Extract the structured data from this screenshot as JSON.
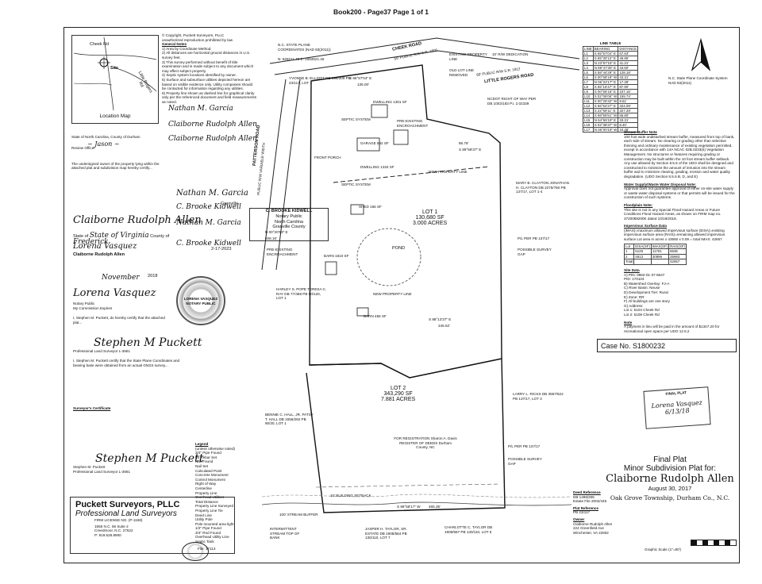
{
  "header": {
    "title": "Book200 - Page37 Page 1 of 1"
  },
  "copyright": {
    "line1": "© Copyright, Puckett Surveyors, PLLC",
    "line2": "unauthorized reproduction prohibited by law"
  },
  "general_notes": {
    "title": "General Notes",
    "items": [
      "1) Area by Coordinate Method.",
      "2) All distances are horizontal ground distances in U.S. survey feet.",
      "3) This survey performed without benefit of title examination and is made subject to any document which may affect subject property.",
      "4) Septic system locations identified by owner.",
      "5) Surface and subsurface utilities depicted hereon are based on visible evidence only. Utility companies should be contacted for information regarding any utilities.",
      "6) Property line shown as dashed line for graphical clarity only per the referenced document and field measurements as noted."
    ]
  },
  "location_map": {
    "label": "Location Map",
    "site": "Site",
    "road1": "Cheek Rd",
    "road2": "Little Rogers Rd"
  },
  "certificates": {
    "durham_state": "State of North Carolina, County of Durham",
    "review_officer": "Review Officer",
    "owner_cert": "The undersigned owner of the property lying within the attached plat and subdivision map hereby certify...",
    "owner_sig": "Claiborne Rudolph Allen",
    "state_virginia": "State of Virginia",
    "county_frederick": "Frederick",
    "notary_name": "Lorena Vasquez",
    "notary_owner": "Claiborne Rudolph Allen",
    "november": "November",
    "year": "2018",
    "notary_public": "Notary Public",
    "commission": "My Commission Expires",
    "surveyor_cert": "I, Stephen M. Puckett, do hereby certify that the attached plat...",
    "surveyor_name": "Stephen M. Puckett",
    "pls": "Professional Land Surveyor L-3661",
    "surveyors_certificate": "Surveyor's Certificate",
    "state_plane_cert": "I, Stephen M. Puckett certify that the State Plane Coordinates and bearing base were obtained from an actual GNSS survey...",
    "nathan": "Nathan M. Garcia",
    "granville": "Granville",
    "sig_allen": "Claiborne Rudolph Allen",
    "sig_crose": "C. Brooke Kidwell",
    "notary_box": {
      "name": "C. BROOKE KIDWELL",
      "title": "Notary Public",
      "state": "North Carolina",
      "county": "Granville County"
    },
    "commission_date": "2-17-2023",
    "seal_text": "LORENA VASQUEZ NOTARY PUBLIC"
  },
  "plat": {
    "state_plane": "N.C. STATE PLANE COORDINATES (NAD 83(2011))",
    "state_plane_coords": "N: 828211.48  E: 2063521.45",
    "cheek_road": "CHEEK ROAD",
    "cheek_road_sub": "50' PUBLIC R/W  S.R. 1800",
    "little_rogers": "LITTLE ROGERS ROAD",
    "little_rogers_sub": "60' PUBLIC R/W  S.R. 1812",
    "patterson_road": "PATTERSON ROAD",
    "patterson_sub": "PUBLIC R/W VARIABLE WIDTH",
    "existing_prop_line": "EXISTING PROPERTY LINE",
    "old_lot_line": "OLD LOT LINE REMOVED",
    "ten_ft": "10' R/W DEDICATION",
    "ncdot": "NCDOT RIGHT OF WAY PER DB 1002/183 P.I. 2.02339",
    "owner_top": "YVONNE B. ELLIOTT  DB 196/209  PB 23/117, LOT 1",
    "lot1": {
      "name": "LOT 1",
      "sf": "130,680 SF",
      "acres": "3.000 ACRES"
    },
    "lot2": {
      "name": "LOT 2",
      "sf": "343,290 SF",
      "acres": "7.881 ACRES"
    },
    "dwelling": "DWELLING 1301 SF",
    "dwelling2": "DWELLING 1334 SF",
    "septic": "SEPTIC SYSTEM",
    "garage": "GARAGE 582 SF",
    "shed": "SHED 156 SF",
    "barn1": "BARN 1810 SF",
    "barn2": "BARN 456 SF",
    "pond": "POND",
    "front_porch": "FRONT PORCH",
    "pre_existing": "PRE-EXISTING ENCROACHMENT",
    "new_prop_line": "NEW PROPERTY LINE",
    "possible_survey_gap": "POSSIBLE SURVEY GAP",
    "pi_per": "P/L PER PB 137/17",
    "bearing1": "S 65°57'04\" E",
    "dist1": "135.00'",
    "bearing2": "S 89°58'17\" W",
    "dist2": "465.35'",
    "bearing3": "S 88°13'37\" E",
    "dist3": "245.52'",
    "bearing4": "N 00°20'53\" E",
    "dist4": "508.16'",
    "bearing5": "S 89°58'37\" E",
    "dist5": "86.78'",
    "building_setback": "10' BUILDING SETBACK",
    "stream_buffer": "100' STREAM BUFFER",
    "intermittent": "INTERMITTENT STREAM TOP OF BANK",
    "owner_mary": "MARY B. CLAYTON  JONATHAN H. CLAYTON  DB 2275/760  PB 137/17, LOT 1-4",
    "owner_harley": "HARLEY S. POPE  TERESA C. RAY  DB 77/488  PB 90/120, LOT 1",
    "owner_bennie": "BENNIE C. HALL, JR.  PATSY T. HALL  DB 1556/292  PB 90/30, LOT 1",
    "owner_larry": "LARRY L. RICKS  DB 3557/522  PB 137/17, LOT 3",
    "owner_jasper": "JASPER H. TAYLOR, SR. ESTATE  DB 1908/584  PB 130/110, LOT 7",
    "owner_charlotte": "CHARLOTTE C. TAYLOR  DB 1908/587  PB 130/110, LOT 6",
    "register": "FOR REGISTRATION  Sharon A. Davis  REGISTER OF DEEDS  Durham County, NC"
  },
  "line_table": {
    "title": "LINE TABLE",
    "headers": [
      "LINE",
      "BEARING",
      "DISTANCE"
    ],
    "rows": [
      [
        "L1",
        "S 65°57'04\" E",
        "67.63'"
      ],
      [
        "L2",
        "S 65°30'12\" E",
        "46.85'"
      ],
      [
        "L3",
        "N 23°57'15\" E",
        "41.31'"
      ],
      [
        "L4",
        "N 89°47'30\" E",
        "43.50'"
      ],
      [
        "L5",
        "S 58°44'29\" E",
        "128.18'"
      ],
      [
        "L6",
        "S 00°58'19\" W",
        "43.31'"
      ],
      [
        "L7",
        "N 06°22'17\" E",
        "17.28'"
      ],
      [
        "L8",
        "S 55°16'47\" E",
        "87.90'"
      ],
      [
        "L9",
        "S 00°56'16\" E",
        "107.16'"
      ],
      [
        "L10",
        "S 02°06'06\" W",
        "159.74'"
      ],
      [
        "L11",
        "S 00°25'32\" W",
        "9.61'"
      ],
      [
        "L12",
        "S 56°52'27\" E",
        "324.09'"
      ],
      [
        "L13",
        "S 22°59'11\" E",
        "327.28'"
      ],
      [
        "L14",
        "S 68°55'51\" W",
        "55.80'"
      ],
      [
        "L15",
        "N 64°55'19\" E",
        "33.31'"
      ],
      [
        "L16",
        "S 02°38'37\" W",
        "8.40'"
      ],
      [
        "L17",
        "N 06°00'19\" W",
        "10.48'"
      ]
    ]
  },
  "north_arrow": {
    "label": "N.C. State Plane Coordinate System NAD 83(2011)"
  },
  "right_notes": {
    "stream_buffer_title": "Stream Buffer Note",
    "stream_buffer_text": "100 foot wide undisturbed stream buffer, measured from top of bank, each side of stream. No clearing or grading other than selective thinning and ordinary maintenance of existing vegetation permitted, except in accordance with 14A NCAC 02B.0233(6) Vegetation Management. No structures or features requiring grading or construction may be built within the 10 foot stream buffer setback. Any use allowed by Section 8.5.5 of the UDO shall be designed and constructed to minimize the amount of intrusion into the stream buffer and to minimize clearing, grading, erosion and water quality degradation. (UDO Section 8.5.5 B, D, and E)",
    "water_title": "Water Supply/Waste Water Disposal Note:",
    "water_text": "Approval does not guarantee approval of either on-site water supply or waste water disposal systems or that permits will be issued for the construction of such systems.",
    "flood_title": "Floodplain Note:",
    "flood_text": "This site is not in any Special Flood Hazard Areas or Future Conditions Flood Hazard Areas, as shown on FIRM map no. 3720088200K dated 10/19/2018.",
    "impervious_title": "Impervious Surface Data",
    "impervious_text": "(IMAX)=maximum allowed impervious surface  (EISA)=existing impervious surface area  (RAIS)=remaining allowed impervious surface  Lot area in acres x 43560 x 0.09 = total IMAX: 42657",
    "imp_headers": [
      "Lot",
      "EISA(SF)",
      "IMAX(SF)",
      "RAIS(SF)"
    ],
    "imp_rows": [
      [
        "1",
        "5126",
        "11761",
        "6635"
      ],
      [
        "2",
        "4913",
        "30896",
        "25983"
      ],
      [
        "Total",
        "",
        "",
        "42657"
      ]
    ],
    "site_title": "Site Data",
    "site_items": [
      "A) PIN: 0862-01-37-6647",
      "PID: 170104",
      "B) Watershed Overlay: FJ-A",
      "C) River Basin: Neuse",
      "D) Development Tier: Rural",
      "E) Zone: RR",
      "F) All buildings are one story",
      "G) Address:",
      "Lot 1: 5104 Cheek Rd",
      "Lot 2: 5108 Cheek Rd"
    ],
    "note_title": "Note",
    "note_text": "A payment in lieu will be paid in the amount of $1347.20 for recreational open space per UDO 12.5.2"
  },
  "case_number": "Case No. S1800232",
  "final_stamp": {
    "title": "FINAL PLAT",
    "date": "6/13/18"
  },
  "company": {
    "name": "Puckett Surveyors, PLLC",
    "subtitle": "Professional Land Surveyors",
    "firm": "FIRM LICENSE NO. (P-1168)",
    "address1": "1555 N.C. 56 Suite 2",
    "address2": "Creedmoor, N.C. 27522",
    "phone": "P: 919.528.8900",
    "file": "File: 17113"
  },
  "legend": {
    "title": "Legend",
    "subtitle": "(unless otherwise noted)",
    "items": [
      "3/4\" Pipe Found",
      "#5 Rebar Set",
      "Nail Found",
      "Nail Set",
      "Calculated Point",
      "Concrete Monument",
      "Control Monument",
      "Right of Way",
      "Centerline",
      "Property Line",
      "Overhead Utilities",
      "Total Distance",
      "Property Line Surveyed",
      "Property Line Tie",
      "Deed Line",
      "Utility Pole",
      "Pole mounted area light",
      "1/2\" Pipe Found",
      "3/4\" Rod Found",
      "Overhead Utility Line",
      "Septic Tank"
    ]
  },
  "title_block": {
    "final": "Final Plat",
    "minor": "Minor Subdivision Plat for:",
    "owner_name": "Claiborne Rudolph Allen",
    "date": "August 30, 2017",
    "location": "Oak Grove Township, Durham Co., N.C.",
    "scale": "Graphic Scale (1\"=80')",
    "deed_ref_title": "Deed Reference",
    "deed_ref": "DB 1498/305",
    "estate": "Estate File 2002/445",
    "plat_ref_title": "Plat Reference",
    "plat_ref": "PB 23/117",
    "owner_title": "Owner",
    "owner_line1": "Claiborne Rudolph Allen",
    "owner_line2": "224 Greenfield Ave",
    "owner_line3": "Winchester, VA 22602"
  }
}
